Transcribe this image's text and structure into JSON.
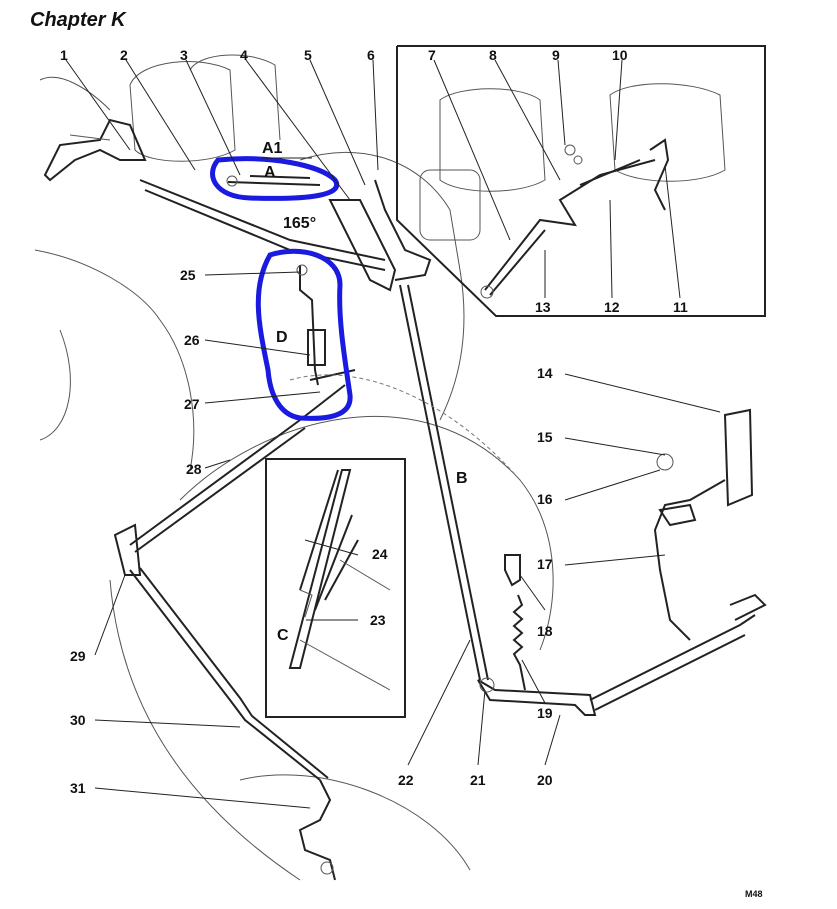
{
  "title": "Chapter K",
  "code": "M48",
  "angle": "165°",
  "highlight_color": "#1a1ae0",
  "parts": [
    "1",
    "2",
    "3",
    "4",
    "5",
    "6",
    "7",
    "8",
    "9",
    "10",
    "11",
    "12",
    "13",
    "14",
    "15",
    "16",
    "17",
    "18",
    "19",
    "20",
    "21",
    "22",
    "23",
    "24",
    "25",
    "26",
    "27",
    "28",
    "29",
    "30",
    "31"
  ],
  "dimensions": {
    "a": "A",
    "a1": "A1",
    "b": "B",
    "c": "C",
    "d": "D"
  }
}
